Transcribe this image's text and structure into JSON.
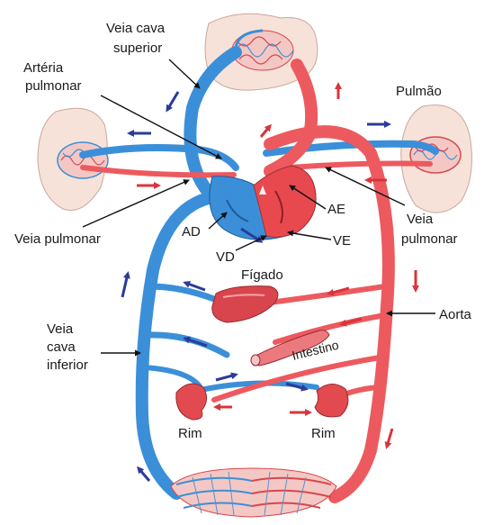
{
  "labels": {
    "veia_cava_superior_1": "Veia cava",
    "veia_cava_superior_2": "superior",
    "arteria_pulmonar_1": "Artéria",
    "arteria_pulmonar_2": "pulmonar",
    "pulmao": "Pulmão",
    "ae": "AE",
    "veia_pulmonar_right_1": "Veia",
    "veia_pulmonar_right_2": "pulmonar",
    "veia_pulmonar_left": "Veia pulmonar",
    "ad": "AD",
    "ve": "VE",
    "vd": "VD",
    "figado": "Fígado",
    "aorta": "Aorta",
    "veia_cava_inferior_1": "Veia",
    "veia_cava_inferior_2": "cava",
    "veia_cava_inferior_3": "inferior",
    "intestino": "Intestino",
    "rim_left": "Rim",
    "rim_right": "Rim"
  },
  "colors": {
    "venous": "#3b8fd8",
    "arterial": "#ec5a5f",
    "arrow_blue": "#2c3a9a",
    "arrow_red": "#d9343b",
    "organ_red": "#d9454d",
    "tissue": "#f6e2d8"
  }
}
